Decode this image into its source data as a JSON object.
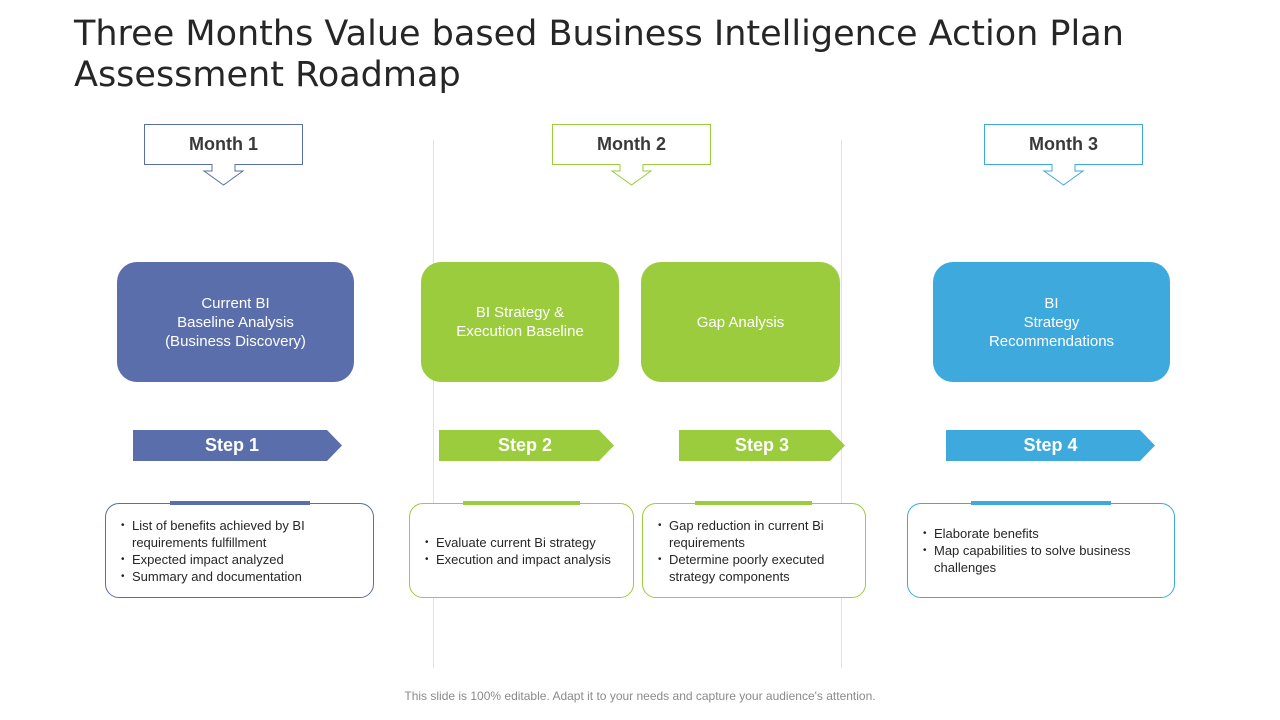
{
  "title": "Three Months Value based Business Intelligence Action Plan Assessment Roadmap",
  "colors": {
    "navy": "#5a6eab",
    "green": "#9acc3e",
    "blue": "#3ea9dc"
  },
  "months": [
    "Month 1",
    "Month 2",
    "Month 3"
  ],
  "stages": [
    "Current BI\nBaseline Analysis\n(Business Discovery)",
    "BI Strategy &\nExecution Baseline",
    "Gap Analysis",
    "BI\nStrategy\nRecommendations"
  ],
  "steps": [
    "Step 1",
    "Step 2",
    "Step 3",
    "Step 4"
  ],
  "details": [
    [
      "List of benefits achieved by BI requirements fulfillment",
      "Expected impact analyzed",
      "Summary and documentation"
    ],
    [
      "Evaluate current Bi strategy",
      "Execution and impact analysis"
    ],
    [
      "Gap reduction in current Bi requirements",
      "Determine poorly executed strategy components"
    ],
    [
      "Elaborate benefits",
      "Map capabilities to solve business challenges"
    ]
  ],
  "footer": "This slide is 100% editable. Adapt it to your needs and capture your audience's attention."
}
